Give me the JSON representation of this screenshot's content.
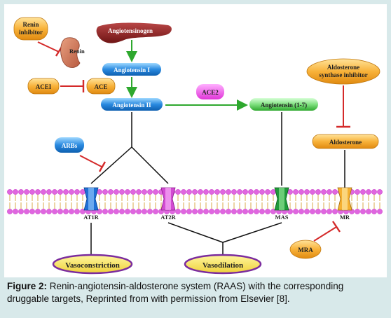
{
  "nodes": {
    "renin_inhibitor": "Renin inhibitor",
    "renin": "Renin",
    "angiotensinogen": "Angiotensinogen",
    "angiotensin_i": "Angiotensin I",
    "acei": "ACEI",
    "ace": "ACE",
    "angiotensin_ii": "Angiotensin II",
    "ace2": "ACE2",
    "angiotensin_1_7": "Angiotensin (1-7)",
    "aldosterone_synthase_inhibitor_line1": "Aldosterone",
    "aldosterone_synthase_inhibitor_line2": "synthase inhibitor",
    "aldosterone": "Aldosterone",
    "arbs": "ARBs",
    "mra": "MRA"
  },
  "receptors": {
    "at1r": "AT1R",
    "at2r": "AT2R",
    "mas": "MAS",
    "mr": "MR"
  },
  "effects": {
    "vasoconstriction": "Vasoconstriction",
    "vasodilation": "Vasodilation"
  },
  "caption": {
    "label": "Figure 2:",
    "text": " Renin-angiotensin-aldosterone system (RAAS) with the corresponding druggable targets, Reprinted from with permission from Elsevier [8]."
  },
  "colors": {
    "frame": "#d8e9ea",
    "green_arrow": "#2ea82e",
    "inhibit_red": "#d42a2a",
    "membrane": "#cc44cc",
    "membrane_bead": "#e066e0",
    "orange_pill": "#f5a623",
    "blue_pill": "#1e7fd6",
    "effect_fill": "#f2e14a",
    "effect_border": "#7b2c9e"
  }
}
